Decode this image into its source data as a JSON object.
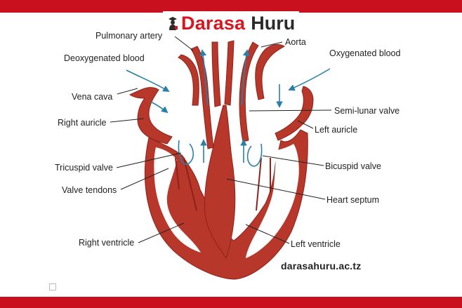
{
  "brand": {
    "name_red": "Darasa",
    "name_dark": "Huru",
    "icon": "graduate-person-icon",
    "url": "darasahuru.ac.tz",
    "colors": {
      "banner": "#c8101e",
      "brand_red": "#d8161f"
    }
  },
  "diagram": {
    "labels": {
      "pulmonary_artery": "Pulmonary artery",
      "aorta": "Aorta",
      "deoxygenated_blood": "Deoxygenated blood",
      "oxygenated_blood": "Oxygenated blood",
      "vena_cava": "Vena cava",
      "semi_lunar_valve": "Semi-lunar valve",
      "right_auricle": "Right auricle",
      "left_auricle": "Left auricle",
      "tricuspid_valve": "Tricuspid valve",
      "bicuspid_valve": "Bicuspid valve",
      "valve_tendons": "Valve tendons",
      "heart_septum": "Heart septum",
      "right_ventricle": "Right ventricle",
      "left_ventricle": "Left ventricle"
    },
    "colors": {
      "muscle": "#b8372b",
      "muscle_dark": "#8e2219",
      "flow_arrow": "#2a7fa8",
      "leader_line": "#222222"
    }
  }
}
